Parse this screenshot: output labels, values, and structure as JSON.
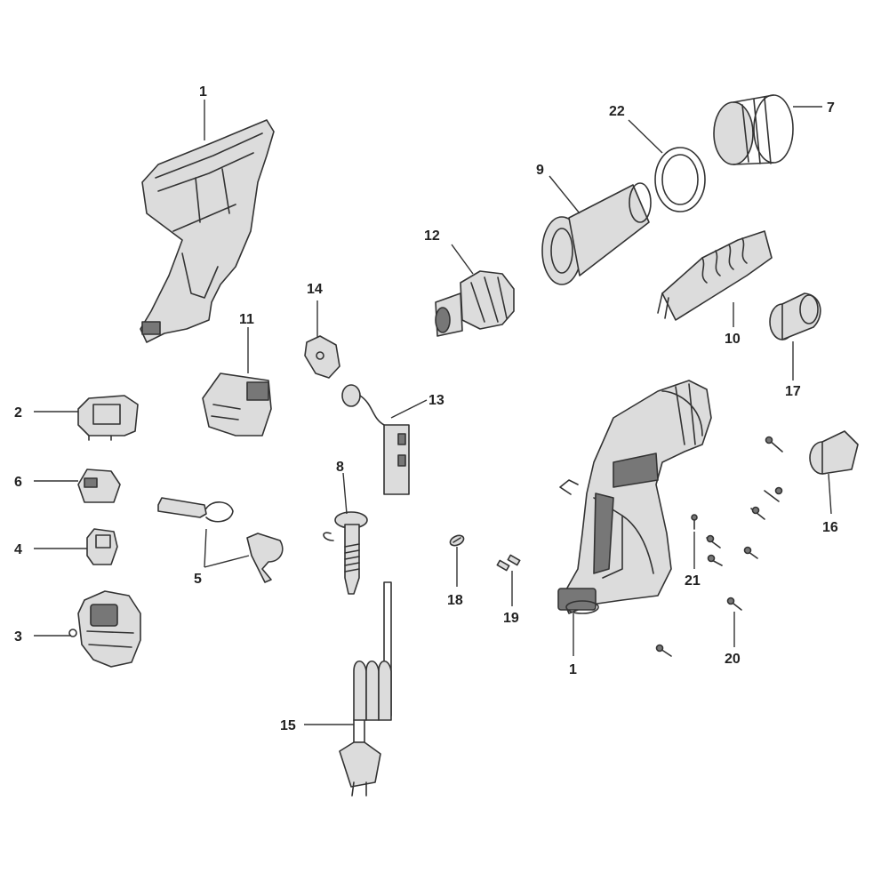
{
  "title": "",
  "labels": {
    "l1a": "1",
    "l1b": "1",
    "l2": "2",
    "l3": "3",
    "l4": "4",
    "l5": "5",
    "l6": "6",
    "l7": "7",
    "l8": "8",
    "l9": "9",
    "l10": "10",
    "l11": "11",
    "l12": "12",
    "l13": "13",
    "l14": "14",
    "l15": "15",
    "l16": "16",
    "l17": "17",
    "l18": "18",
    "l19": "19",
    "l20": "20",
    "l21": "21",
    "l22": "22"
  }
}
